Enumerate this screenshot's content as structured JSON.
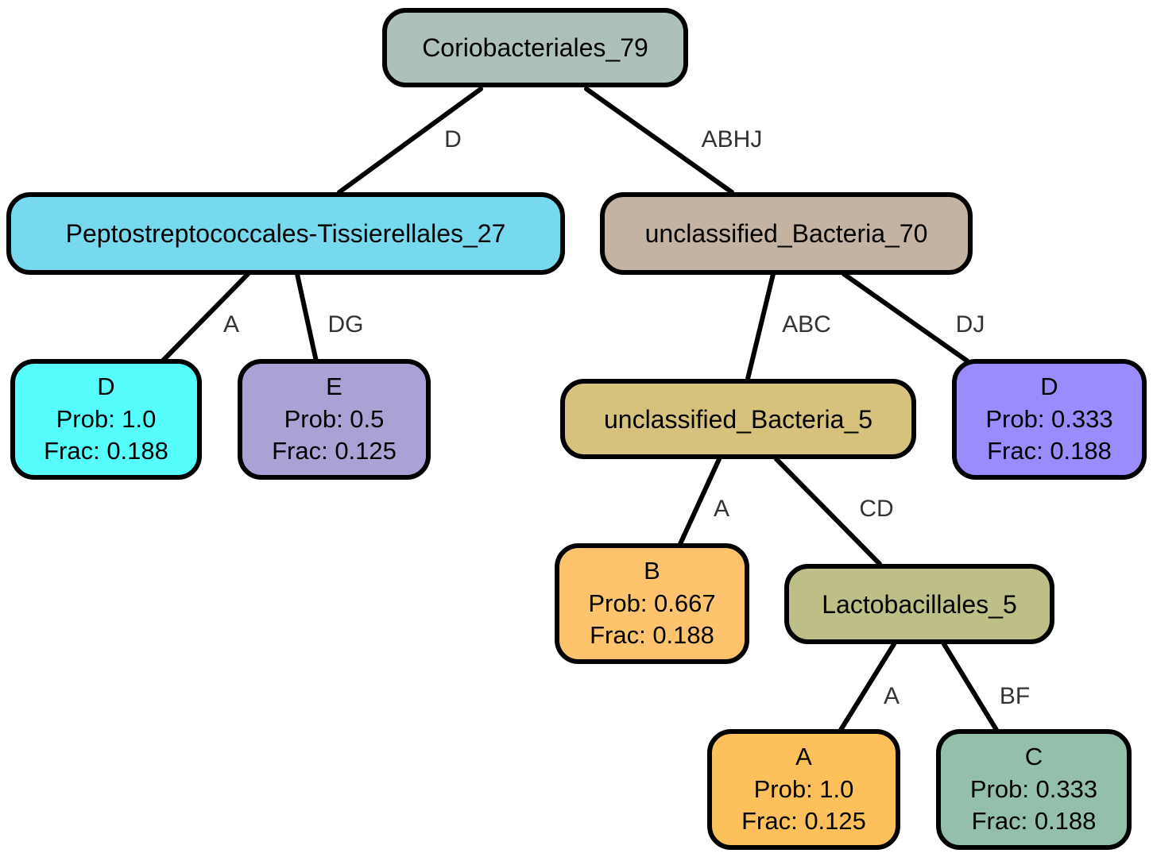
{
  "nodes": {
    "root": {
      "label": "Coriobacteriales_79",
      "color": "#adc0bb"
    },
    "pepto": {
      "label": "Peptostreptococcales-Tissierellales_27",
      "color": "#76d9ee"
    },
    "uncl70": {
      "label": "unclassified_Bacteria_70",
      "color": "#c4b2a2"
    },
    "leafD1": {
      "label": "D",
      "prob": "Prob: 1.0",
      "frac": "Frac: 0.188",
      "color": "#55fefd"
    },
    "leafE": {
      "label": "E",
      "prob": "Prob: 0.5",
      "frac": "Frac: 0.125",
      "color": "#aaa1d5"
    },
    "uncl5": {
      "label": "unclassified_Bacteria_5",
      "color": "#d6c27d"
    },
    "leafD2": {
      "label": "D",
      "prob": "Prob: 0.333",
      "frac": "Frac: 0.188",
      "color": "#9a8cff"
    },
    "leafB": {
      "label": "B",
      "prob": "Prob: 0.667",
      "frac": "Frac: 0.188",
      "color": "#fdc46d"
    },
    "lacto": {
      "label": "Lactobacillales_5",
      "color": "#bebe87"
    },
    "leafA": {
      "label": "A",
      "prob": "Prob: 1.0",
      "frac": "Frac: 0.125",
      "color": "#fec05a"
    },
    "leafC": {
      "label": "C",
      "prob": "Prob: 0.333",
      "frac": "Frac: 0.188",
      "color": "#94bfaa"
    }
  },
  "edges": {
    "root_pepto": "D",
    "root_uncl70": "ABHJ",
    "pepto_leafD1": "A",
    "pepto_leafE": "DG",
    "uncl70_uncl5": "ABC",
    "uncl70_leafD2": "DJ",
    "uncl5_leafB": "A",
    "uncl5_lacto": "CD",
    "lacto_leafA": "A",
    "lacto_leafC": "BF"
  }
}
